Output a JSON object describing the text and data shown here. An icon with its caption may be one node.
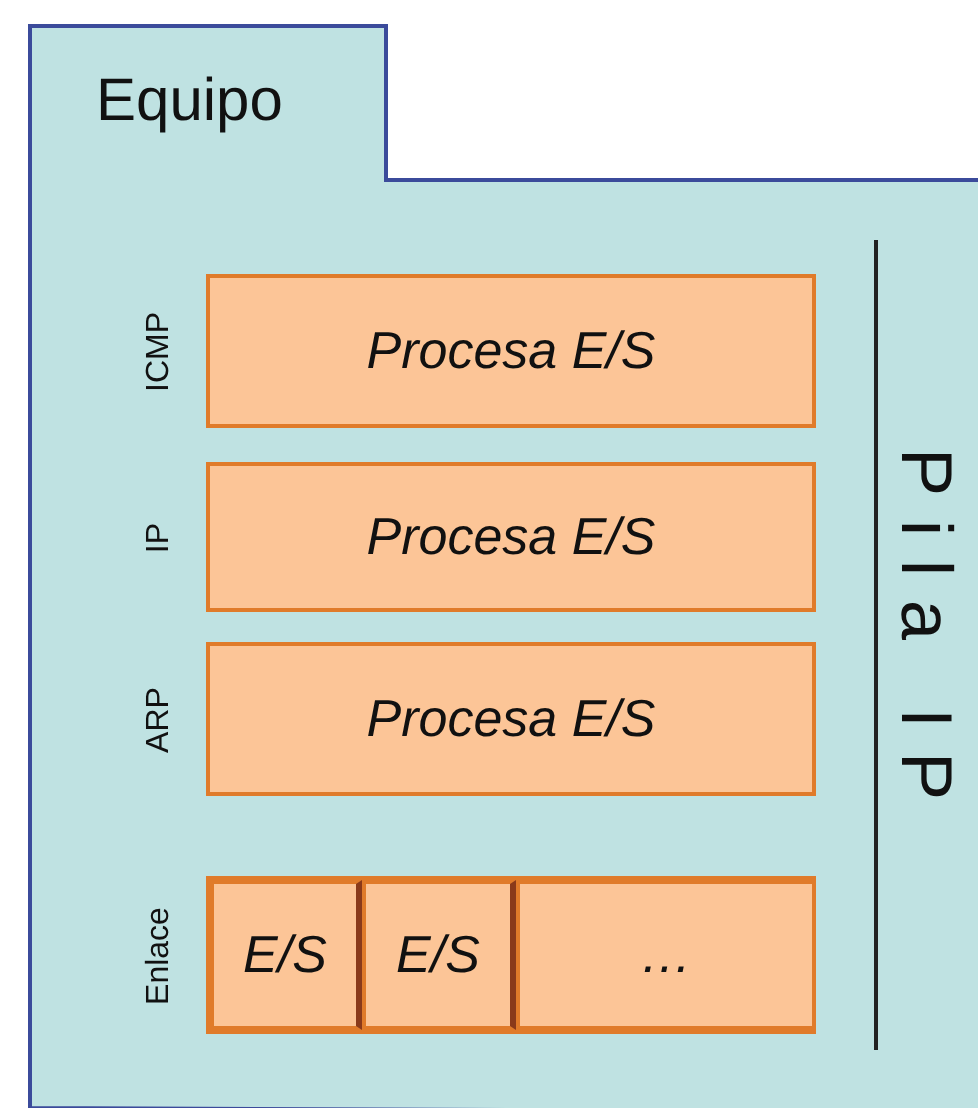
{
  "diagram": {
    "nodes": [
      {
        "text": [
          "Equipo"
        ]
      },
      {
        "text": [
          "Procesa E/S"
        ],
        "in": 0,
        "beside": [
          "ICMP"
        ]
      },
      {
        "text": [
          "Procesa E/S"
        ],
        "in": 0,
        "beside": [
          "IP"
        ]
      },
      {
        "text": [
          "Procesa E/S"
        ],
        "in": 0,
        "beside": [
          "ARP"
        ]
      },
      {
        "text": [],
        "shape": "box",
        "in": 0,
        "beside": [
          "Enlace"
        ]
      },
      {
        "text": [
          "E/S"
        ],
        "in": 4
      },
      {
        "text": [
          "E/S"
        ],
        "in": 4
      },
      {
        "text": [
          "…"
        ],
        "in": 4
      }
    ],
    "edges": [],
    "labels": [
      "Pila IP"
    ]
  }
}
